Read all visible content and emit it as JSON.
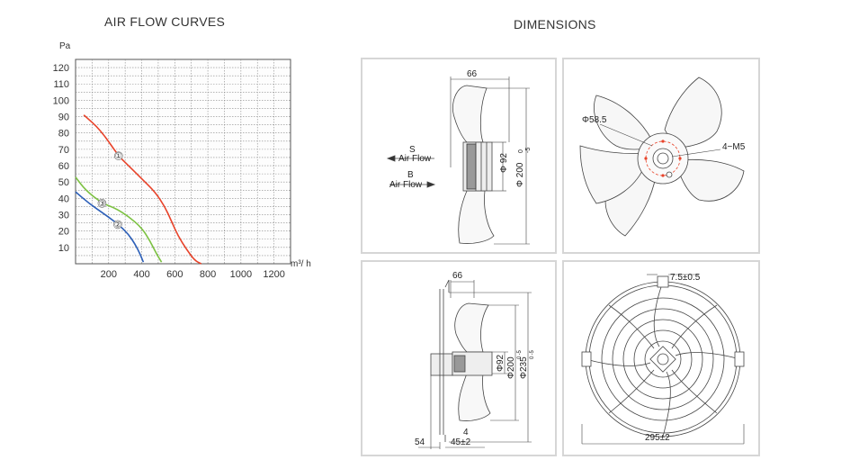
{
  "titles": {
    "curves": "AIR FLOW CURVES",
    "dimensions": "DIMENSIONS"
  },
  "chart_data": {
    "type": "line",
    "ylabel": "Pa",
    "xlabel": "m³/ h",
    "xlim": [
      0,
      1300
    ],
    "ylim": [
      0,
      125
    ],
    "x_ticks": [
      200,
      400,
      600,
      800,
      1000,
      1200
    ],
    "x_tick_labels": [
      "200",
      "400",
      "600",
      "800",
      "1000",
      "1200"
    ],
    "y_ticks": [
      10,
      20,
      30,
      40,
      50,
      60,
      70,
      80,
      90,
      100,
      110,
      120
    ],
    "y_tick_labels": [
      "10",
      "20",
      "30",
      "40",
      "50",
      "60",
      "70",
      "80",
      "90",
      "100",
      "110",
      "120"
    ],
    "grid": true,
    "series": [
      {
        "name": "①",
        "color": "#e8432a",
        "points": [
          [
            50,
            91
          ],
          [
            150,
            82
          ],
          [
            260,
            66
          ],
          [
            300,
            62
          ],
          [
            400,
            52
          ],
          [
            480,
            44
          ],
          [
            540,
            35
          ],
          [
            580,
            26
          ],
          [
            620,
            17
          ],
          [
            670,
            9
          ],
          [
            720,
            2
          ],
          [
            760,
            0
          ]
        ],
        "label_at": [
          260,
          66
        ]
      },
      {
        "name": "②",
        "color": "#2c5fb8",
        "points": [
          [
            0,
            44
          ],
          [
            80,
            37
          ],
          [
            180,
            30
          ],
          [
            260,
            24
          ],
          [
            320,
            18
          ],
          [
            360,
            12
          ],
          [
            390,
            6
          ],
          [
            410,
            1
          ]
        ],
        "label_at": [
          255,
          24
        ]
      },
      {
        "name": "③",
        "color": "#7cc142",
        "points": [
          [
            0,
            53
          ],
          [
            60,
            45
          ],
          [
            160,
            37
          ],
          [
            240,
            34
          ],
          [
            320,
            29
          ],
          [
            400,
            22
          ],
          [
            450,
            14
          ],
          [
            490,
            6
          ],
          [
            520,
            1
          ]
        ],
        "label_at": [
          160,
          37
        ]
      }
    ]
  },
  "dims": {
    "side": {
      "depth": "66",
      "hub": "Φ 92",
      "dia": "Φ 200",
      "dia_tol_up": "0",
      "dia_tol_dn": "-5",
      "s_label": "S",
      "s_flow": "Air Flow",
      "b_label": "B",
      "b_flow": "Air Flow"
    },
    "front": {
      "bore": "Φ58.5",
      "holes": "4−M5"
    },
    "guard_side": {
      "depth": "66",
      "hub": "Φ92",
      "dia": "Φ200",
      "dia_tol": "0 -5",
      "guard_dia": "Φ235",
      "guard_tol": "0 -5",
      "motor": "54",
      "thk": "4",
      "gap": "45±2"
    },
    "guard_front": {
      "rod": "7.5±0.5",
      "width": "295±2"
    }
  }
}
